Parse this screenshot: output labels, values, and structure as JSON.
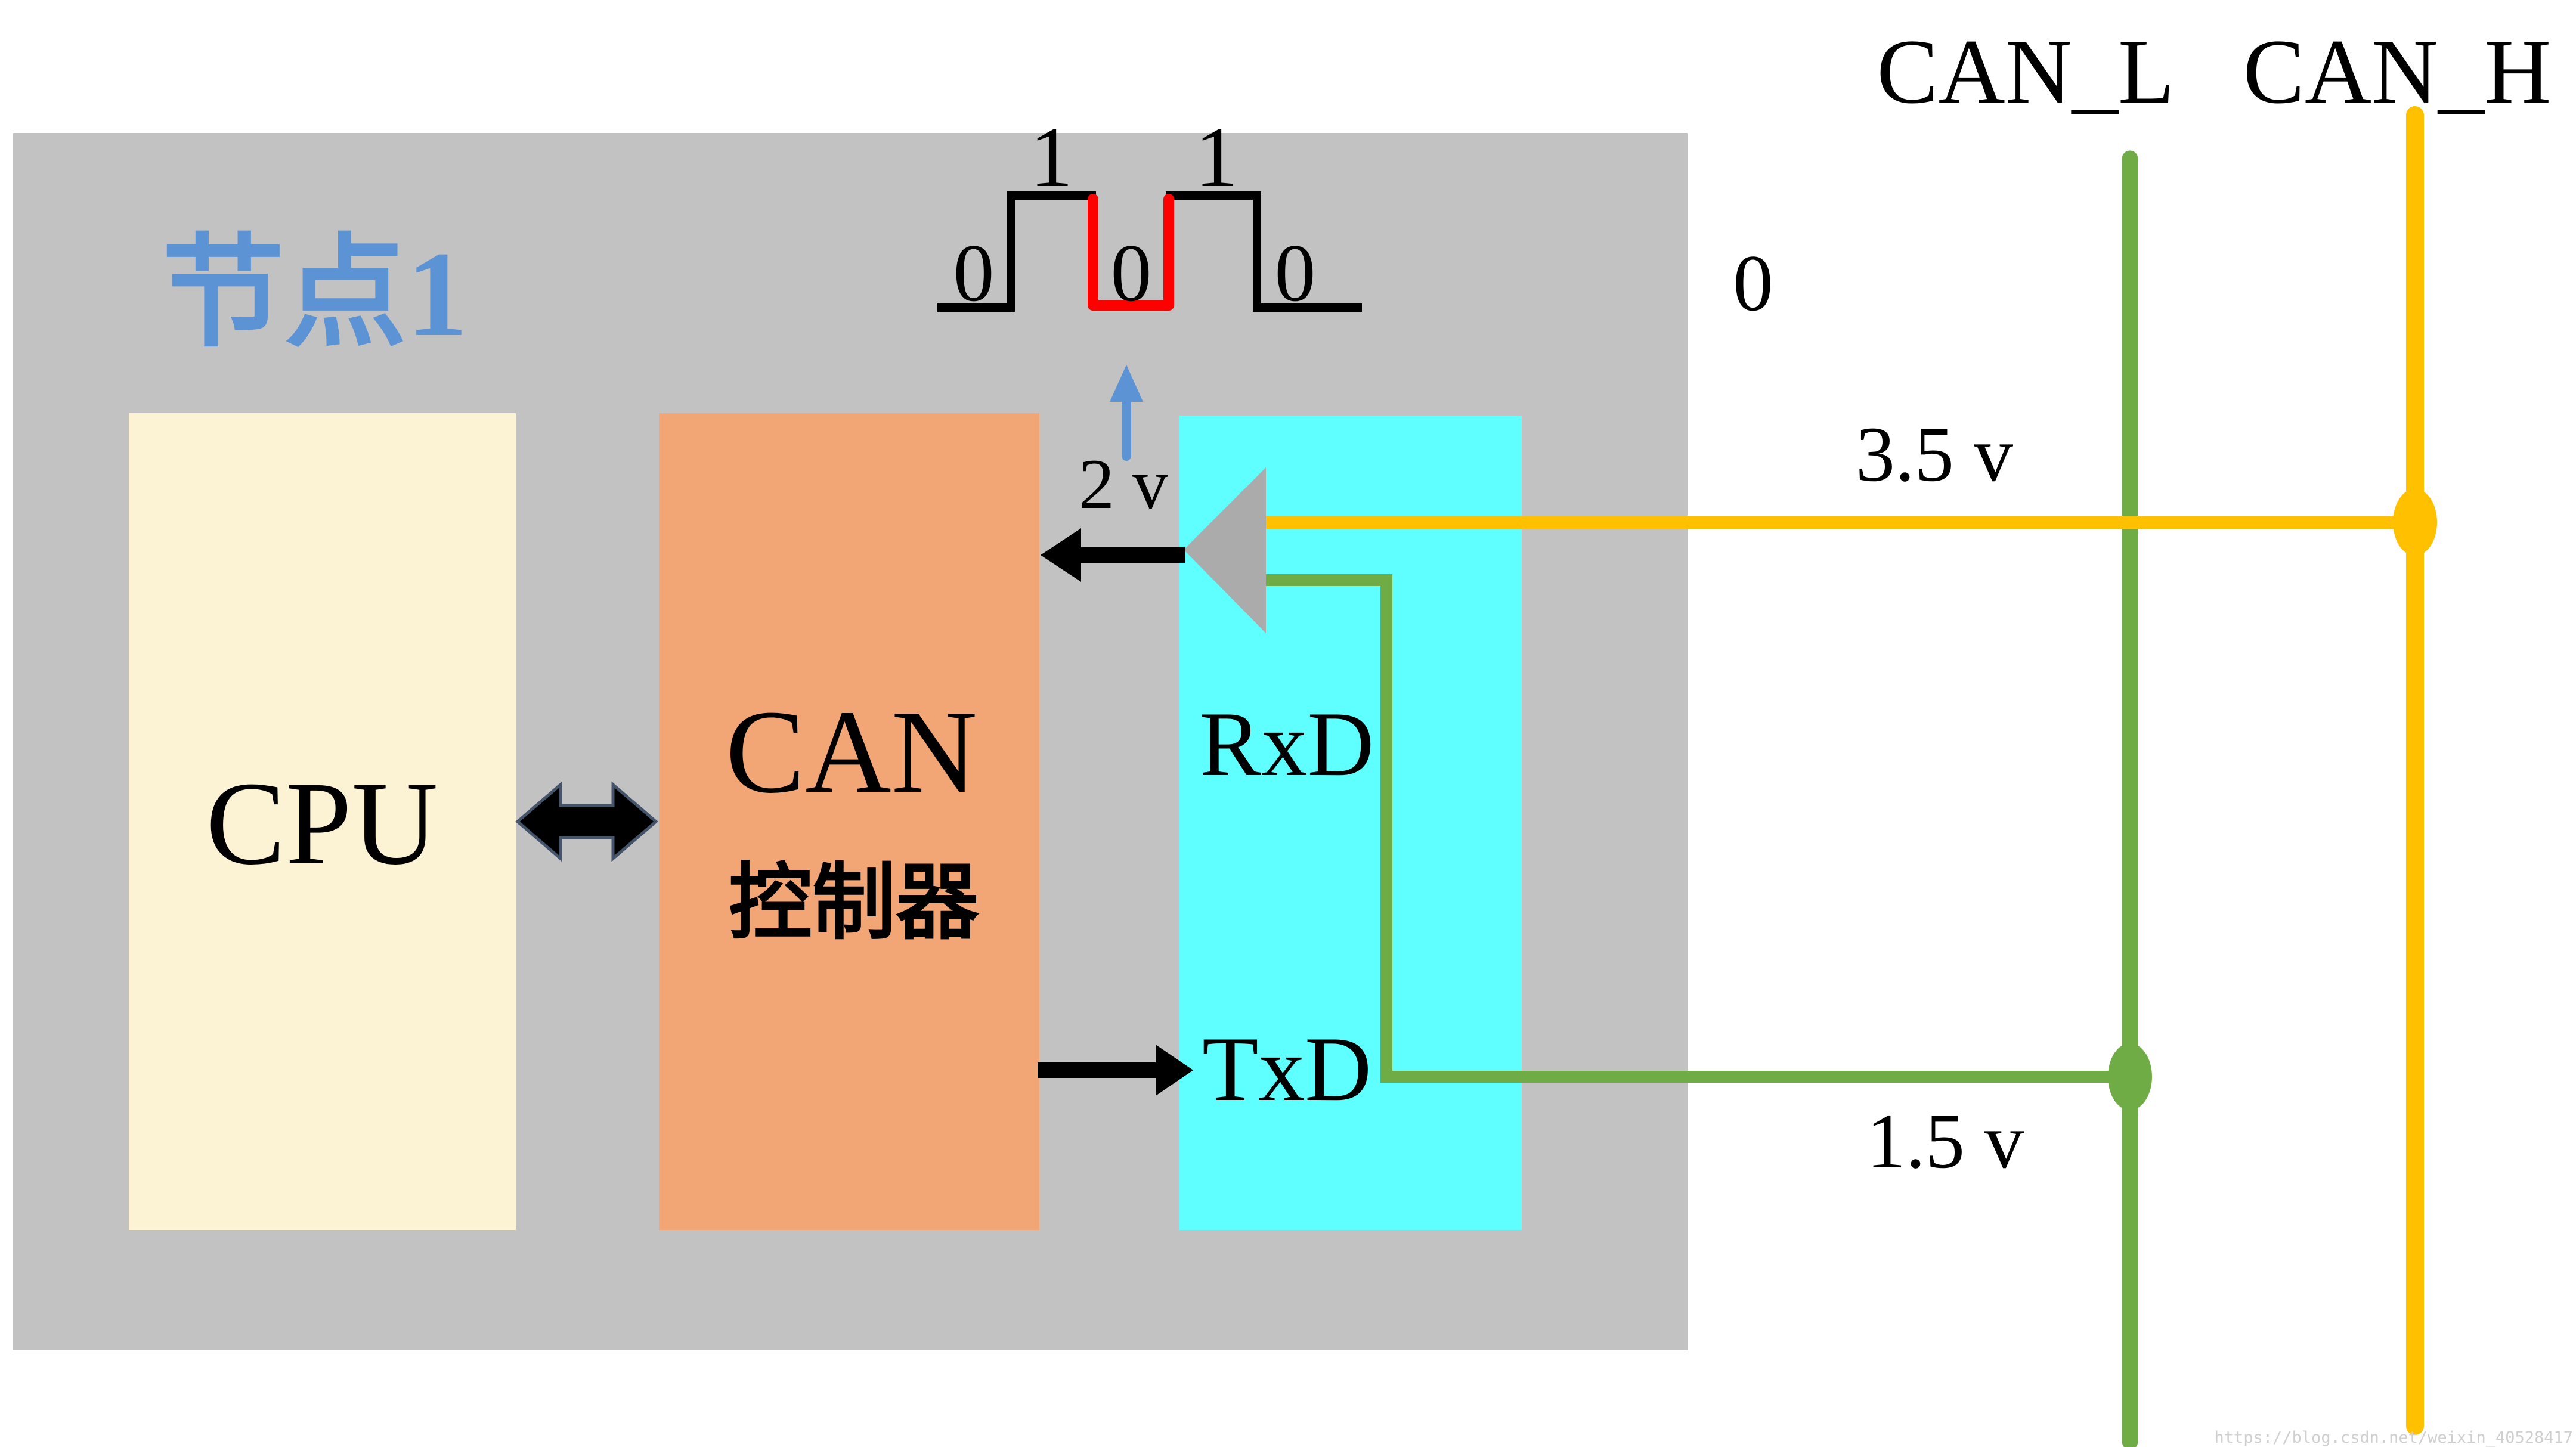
{
  "diagram": {
    "node": {
      "title": "节点1"
    },
    "blocks": {
      "cpu": {
        "label": "CPU"
      },
      "can_controller": {
        "label_en": "CAN",
        "label_zh": "控制器"
      },
      "transceiver": {
        "rxd_label": "RxD",
        "txd_label": "TxD"
      }
    },
    "waveform": {
      "high_labels": [
        "1",
        "1"
      ],
      "low_labels": [
        "0",
        "0",
        "0"
      ],
      "description": "digital bit stream at RxD, middle dominant bit highlighted in red"
    },
    "annotations": {
      "rx_level": "2 v",
      "recessive_bit": "0",
      "can_h_voltage": "3.5 v",
      "can_l_voltage": "1.5 v"
    },
    "bus": {
      "can_l_label": "CAN_L",
      "can_h_label": "CAN_H"
    },
    "watermark": "https://blog.csdn.net/weixin_40528417",
    "colors": {
      "node_bg": "#C2C2C2",
      "cpu_bg": "#FCF3D5",
      "controller_bg": "#F2A575",
      "transceiver_bg": "#5FFFFF",
      "bus_can_l_green": "#6FAC46",
      "bus_can_h_yellow": "#FFC000",
      "dominant_red": "#FF0000",
      "accent_blue": "#5B93D5",
      "triangle_gray": "#ABABAB"
    }
  }
}
